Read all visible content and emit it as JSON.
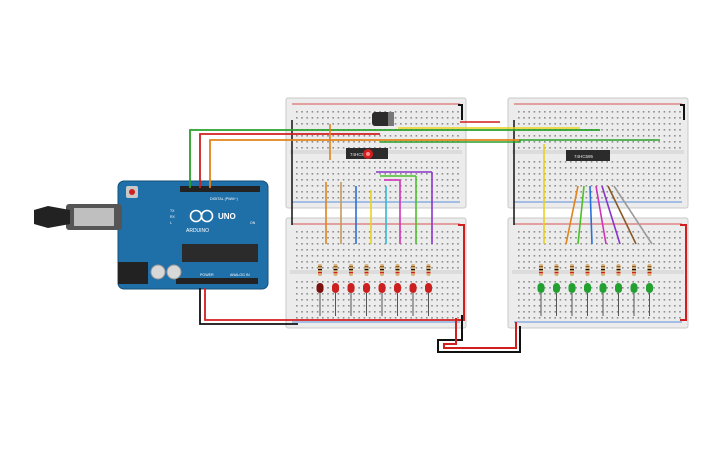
{
  "arduino": {
    "brand": "ARDUINO",
    "model": "UNO",
    "digital_label": "DIGITAL (PWM~)",
    "power_label": "POWER",
    "analog_label": "ANALOG IN",
    "pin_labels": [
      "TX",
      "RX",
      "L",
      "ON"
    ]
  },
  "chips": {
    "left_label": "74HC595",
    "right_label": "74HC595"
  },
  "led_colors": {
    "left": "#cc1f1f",
    "left_dark": "#7a1010",
    "right": "#22a030"
  },
  "wire_colors": {
    "red": "#d11f1f",
    "black": "#111111",
    "green": "#2aa02a",
    "orange": "#e0841b",
    "yellow": "#e8d21c",
    "blue": "#2a6fd6",
    "purple": "#8a35c9",
    "magenta": "#d132b8",
    "cyan": "#32b7d9",
    "lime": "#4cbf2b",
    "brown": "#8a5a2b",
    "gray": "#9a9a9a",
    "tan": "#c79a5c"
  },
  "board_color": "#1f6fa8",
  "breadboard_color": "#ececec"
}
